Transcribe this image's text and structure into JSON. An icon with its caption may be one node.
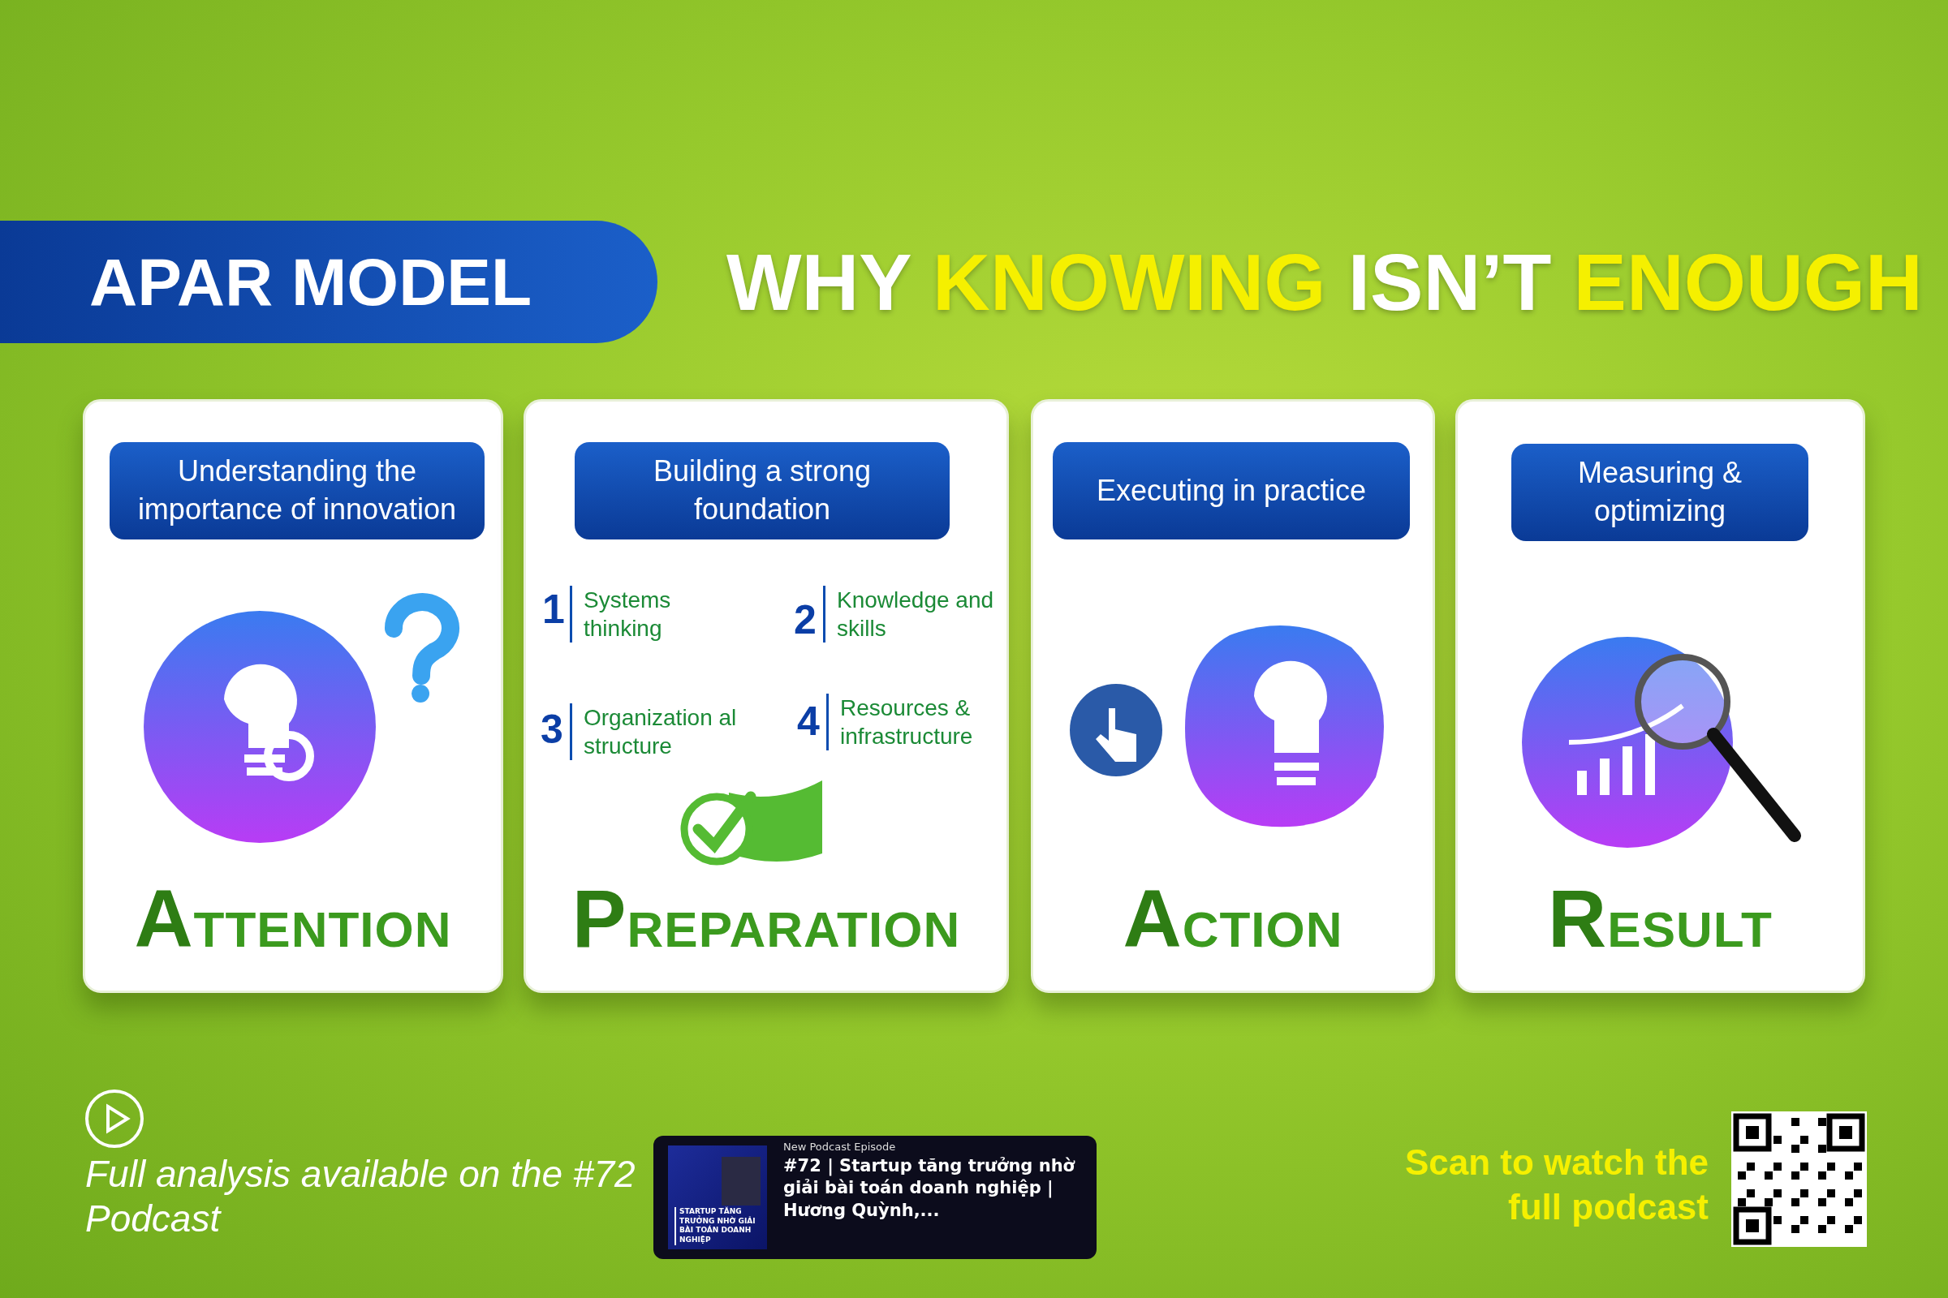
{
  "diagram": {
    "title": "WHY KNOWING ISN’T ENOUGH",
    "nodes": [
      {
        "text": [
          "APAR MODEL"
        ]
      },
      {
        "text": [
          "ATTENTION"
        ]
      },
      {
        "text": [
          "Understanding the importance of innovation"
        ],
        "in": 1
      },
      {
        "text": [
          "PREPARATION"
        ]
      },
      {
        "text": [
          "Building a strong foundation"
        ],
        "in": 3
      },
      {
        "text": [
          "ACTION"
        ]
      },
      {
        "text": [
          "Executing in practice"
        ],
        "in": 5
      },
      {
        "text": [
          "RESULT"
        ]
      },
      {
        "text": [
          "Measuring & optimizing"
        ],
        "in": 7
      },
      {
        "text": [
          "New Podcast Episode",
          "#72 | Startup tăng trưởng nhờ giải bài toán doanh nghiệp | Hương Quỳnh,..."
        ]
      },
      {
        "text": [
          "STARTUP TĂNG TRƯỞNG NHỜ GIẢI BÀI TOÁN DOANH NGHIỆP"
        ],
        "in": 9
      }
    ],
    "edges": [],
    "labels": [
      "1",
      "Systems thinking",
      "2",
      "Knowledge and skills",
      "3",
      "Organization al structure",
      "4",
      "Resources & infrastructure",
      "Full analysis available on the #72 Podcast",
      "Scan to watch the full podcast"
    ]
  }
}
